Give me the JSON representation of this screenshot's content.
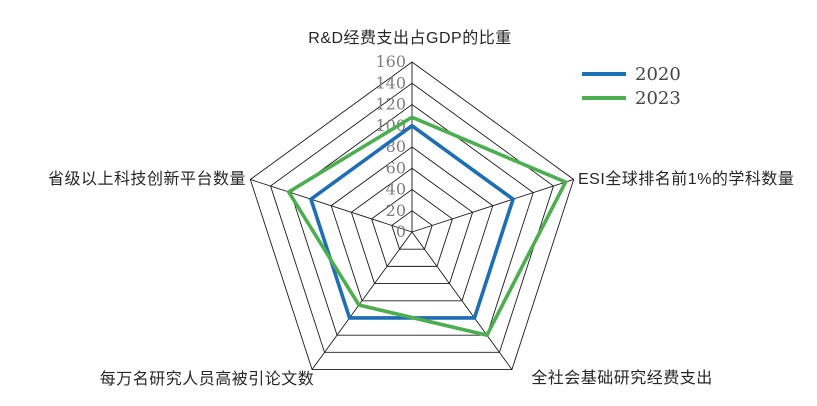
{
  "chart_data": {
    "type": "radar",
    "categories": [
      "R&D经费支出占GDP的比重",
      "ESI全球排名前1%的学科数量",
      "全社会基础研究经费支出",
      "每万名研究人员高被引论文数",
      "省级以上科技创新平台数量"
    ],
    "series": [
      {
        "name": "2020",
        "color": "#1e6eb5",
        "values": [
          100,
          100,
          100,
          100,
          100
        ]
      },
      {
        "name": "2023",
        "color": "#4cae4f",
        "values": [
          108,
          152,
          120,
          85,
          122
        ]
      }
    ],
    "r_axis": {
      "min": 0,
      "max": 160,
      "step": 20,
      "ticks": [
        0,
        20,
        40,
        60,
        80,
        100,
        120,
        140,
        160
      ]
    },
    "legend": {
      "position": "top-right",
      "items": [
        "2020",
        "2023"
      ]
    },
    "grid": true,
    "style": {
      "background": "#ffffff",
      "grid_color": "#1a1a1a",
      "tick_color": "#7e7e7e",
      "category_label_color": "#262626",
      "legend_text_color": "#444444"
    }
  }
}
